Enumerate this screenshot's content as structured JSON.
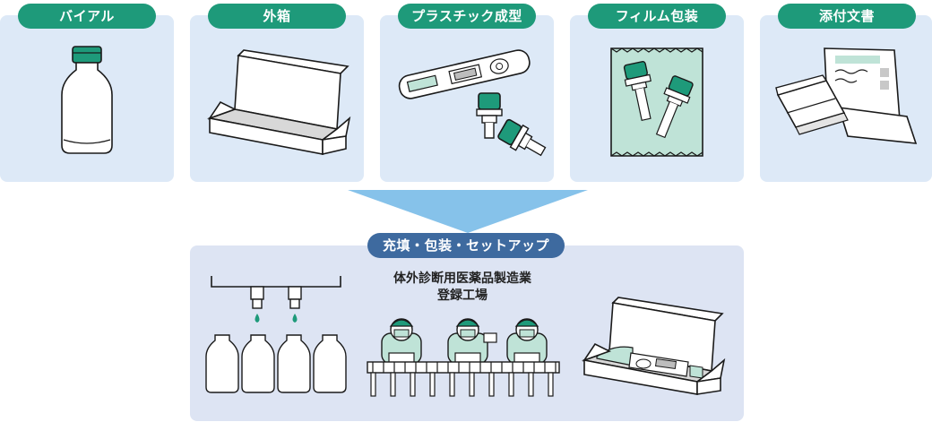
{
  "top_steps": [
    {
      "label": "バイアル",
      "icon": "vial-icon"
    },
    {
      "label": "外箱",
      "icon": "open-box-icon"
    },
    {
      "label": "プラスチック成型",
      "icon": "test-cartridge-icon"
    },
    {
      "label": "フィルム包装",
      "icon": "film-pouch-icon"
    },
    {
      "label": "添付文書",
      "icon": "document-icon"
    }
  ],
  "bottom_step": {
    "label": "充填・包装・セットアップ",
    "facility_line1": "体外診断用医薬品製造業",
    "facility_line2": "登録工場"
  },
  "colors": {
    "panel": "#dde9f7",
    "panel_bottom": "#dde4f3",
    "pill_top": "#1e9a7a",
    "pill_bottom": "#3e6a9f",
    "arrow": "#86c2ea",
    "cap": "#1e9a7a",
    "mint": "#bfe3d7"
  }
}
